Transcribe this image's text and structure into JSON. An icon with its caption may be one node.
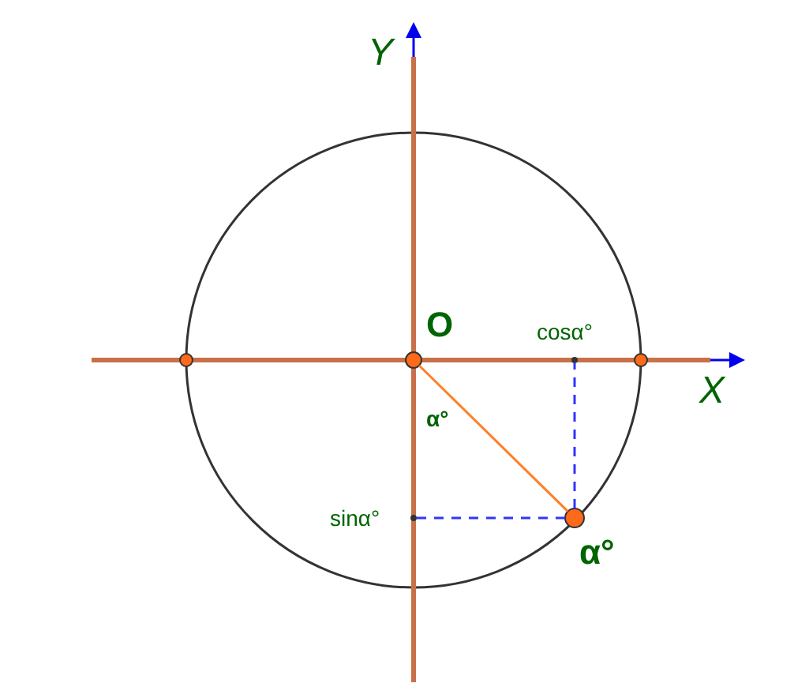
{
  "diagram": {
    "nodes": [
      {
        "text": [
          "O"
        ]
      },
      {
        "text": [
          "α°"
        ]
      },
      {
        "text": [
          "cosα°"
        ]
      },
      {
        "text": [
          "sinα°"
        ]
      }
    ],
    "edges": [
      {
        "from": 0,
        "to": 1,
        "arrow": "none",
        "color": "#ff7f27"
      },
      {
        "from": 1,
        "to": 2,
        "arrow": "none",
        "style": "dashed"
      },
      {
        "from": 1,
        "to": 3,
        "arrow": "none",
        "style": "dashed"
      }
    ],
    "labels": [
      "Y",
      "X",
      "α°"
    ]
  }
}
